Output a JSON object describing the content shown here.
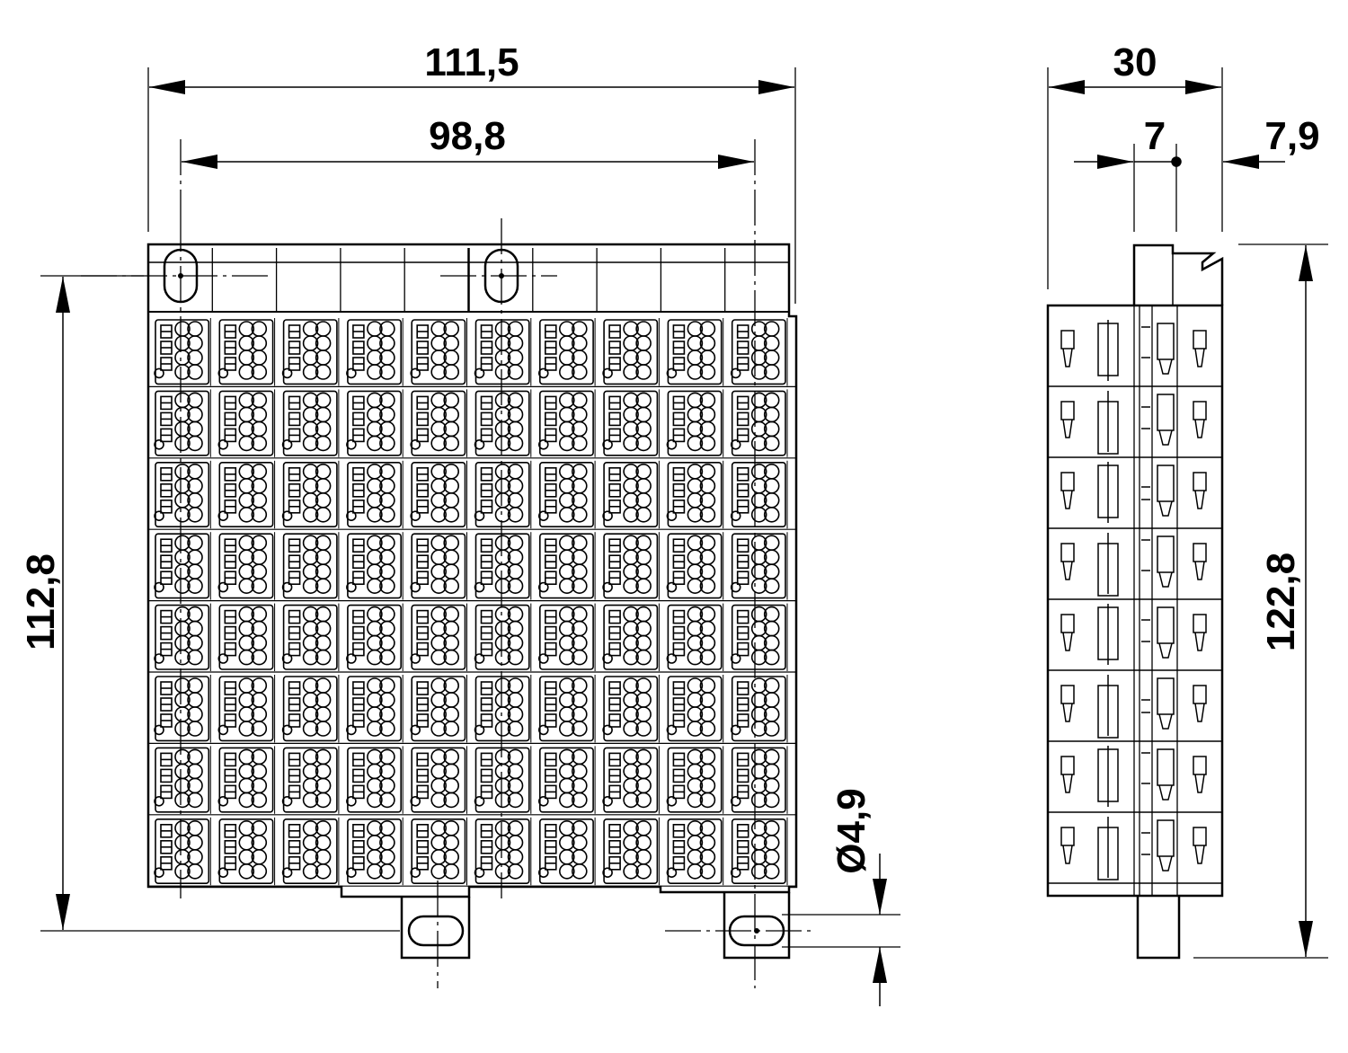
{
  "front_view": {
    "dimensions": {
      "overall_width": "111,5",
      "hole_spacing": "98,8",
      "overall_height": "112,8",
      "hole_diameter": "Ø4,9"
    },
    "grid": {
      "columns": 10,
      "rows": 8
    }
  },
  "side_view": {
    "dimensions": {
      "depth": "30",
      "offset_a": "7",
      "offset_b": "7,9",
      "height": "122,8"
    },
    "levels": 8
  },
  "colors": {
    "line": "#000000",
    "background": "#ffffff"
  }
}
